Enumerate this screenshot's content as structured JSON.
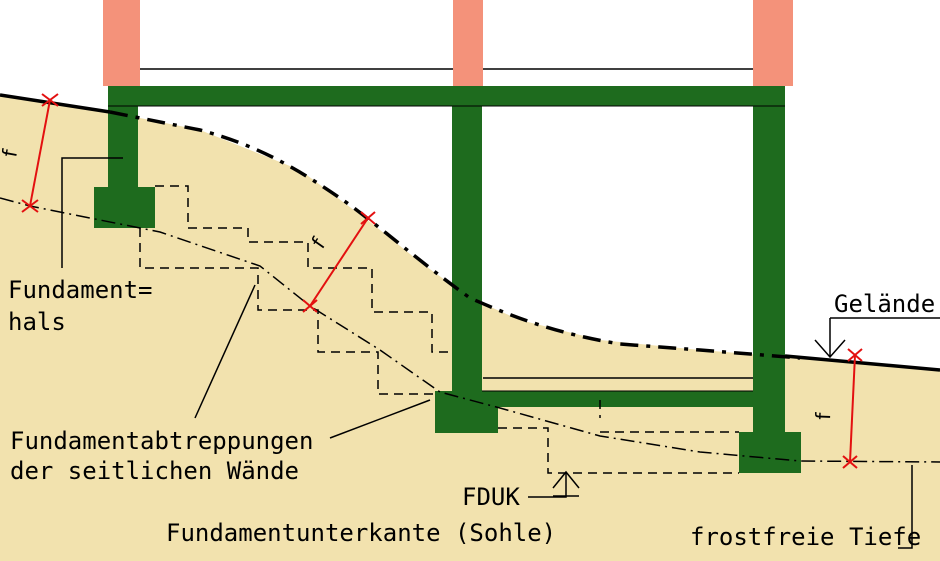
{
  "colors": {
    "soil": "#f2e2ae",
    "wall": "#1e6b1e",
    "column": "#f4927a",
    "frost_marker": "#e31010",
    "line": "#000000"
  },
  "labels": {
    "fundament_hals_1": "Fundament=",
    "fundament_hals_2": "hals",
    "abtreppungen_1": "Fundamentabtreppungen",
    "abtreppungen_2": "der  seitlichen  Wände",
    "fduk": "FDUK",
    "sohle": "Fundamentunterkante (Sohle)",
    "frostfrei": "frostfreie  Tiefe",
    "gelaende": "Gelände",
    "frost_symbol": "f"
  }
}
